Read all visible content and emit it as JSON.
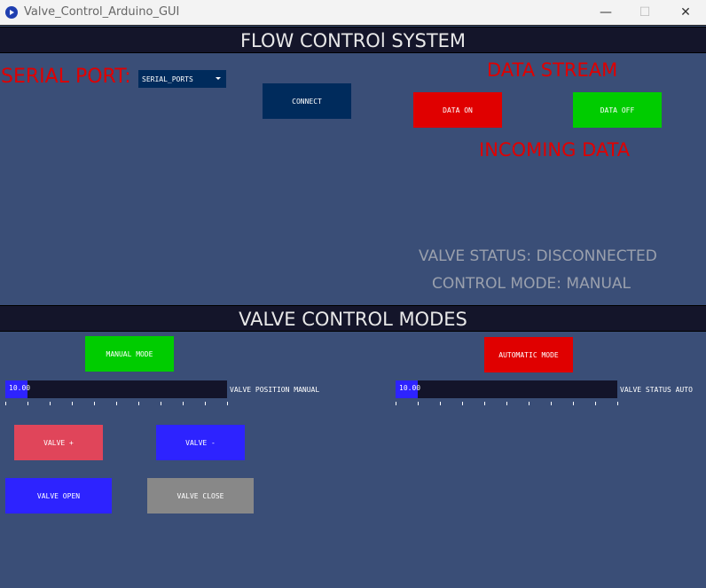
{
  "window": {
    "title": "Valve_Control_Arduino_GUI",
    "min": "—",
    "max": "☐",
    "close": "✕"
  },
  "header": {
    "title": "FLOW CONTROl SYSTEM"
  },
  "serial": {
    "label": "SERIAL PORT:",
    "dropdown": "SERIAL_PORTS",
    "connect": "CONNECT"
  },
  "stream": {
    "title": "DATA STREAM",
    "on": "DATA ON",
    "off": "DATA OFF",
    "incoming": "INCOMING DATA"
  },
  "status": {
    "valve": "VALVE STATUS: DISCONNECTED",
    "mode": "CONTROL MODE: MANUAL"
  },
  "modes": {
    "title": "VALVE CONTROL MODES",
    "manual": "MANUAL MODE",
    "auto": "AUTOMATIC MODE"
  },
  "sliders": {
    "manual": {
      "value": "10.00",
      "label": "VALVE POSITION MANUAL",
      "fraction": 0.1
    },
    "auto": {
      "value": "10.00",
      "label": "VALVE STATUS AUTO",
      "fraction": 0.1
    }
  },
  "buttons": {
    "plus": "VALVE +",
    "minus": "VALVE -",
    "open": "VALVE OPEN",
    "close": "VALVE CLOSE"
  },
  "colors": {
    "bg": "#3a4e77",
    "red": "#e00000",
    "green": "#00cc00",
    "blue": "#2d23ff",
    "pink": "#e0455a",
    "gray": "#888888",
    "navy": "#002b5c"
  }
}
